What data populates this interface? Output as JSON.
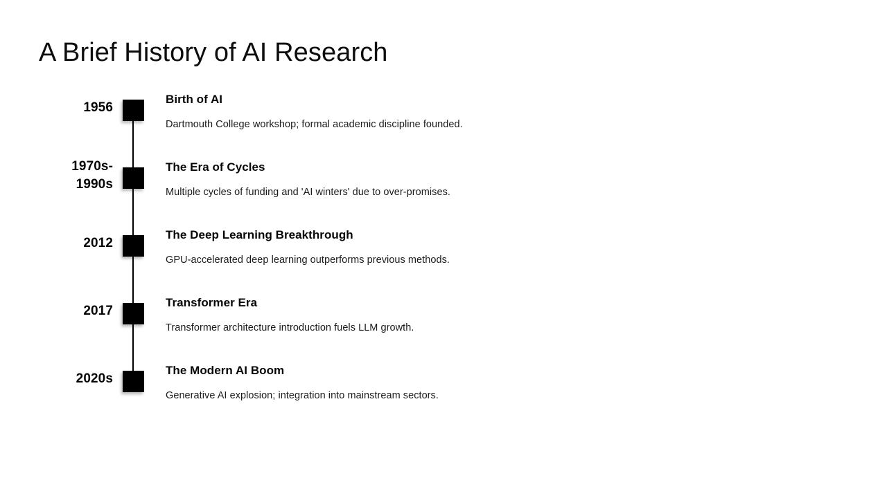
{
  "slide": {
    "title": "A Brief History of AI Research",
    "background_color": "#ffffff",
    "text_color": "#0d0d0d",
    "marker_color": "#000000"
  },
  "timeline": {
    "orientation": "vertical",
    "entries": [
      {
        "year": "1956",
        "year_lines": [
          "1956"
        ],
        "title": "Birth of AI",
        "description": "Dartmouth College workshop; formal academic discipline founded."
      },
      {
        "year": "1970s-1990s",
        "year_lines": [
          "1970s-",
          "1990s"
        ],
        "title": "The Era of Cycles",
        "description": "Multiple cycles of funding and 'AI winters' due to over-promises."
      },
      {
        "year": "2012",
        "year_lines": [
          "2012"
        ],
        "title": "The Deep Learning Breakthrough",
        "description": "GPU-accelerated deep learning outperforms previous methods."
      },
      {
        "year": "2017",
        "year_lines": [
          "2017"
        ],
        "title": "Transformer Era",
        "description": "Transformer architecture introduction fuels LLM growth."
      },
      {
        "year": "2020s",
        "year_lines": [
          "2020s"
        ],
        "title": "The Modern AI Boom",
        "description": "Generative AI explosion; integration into mainstream sectors."
      }
    ]
  }
}
